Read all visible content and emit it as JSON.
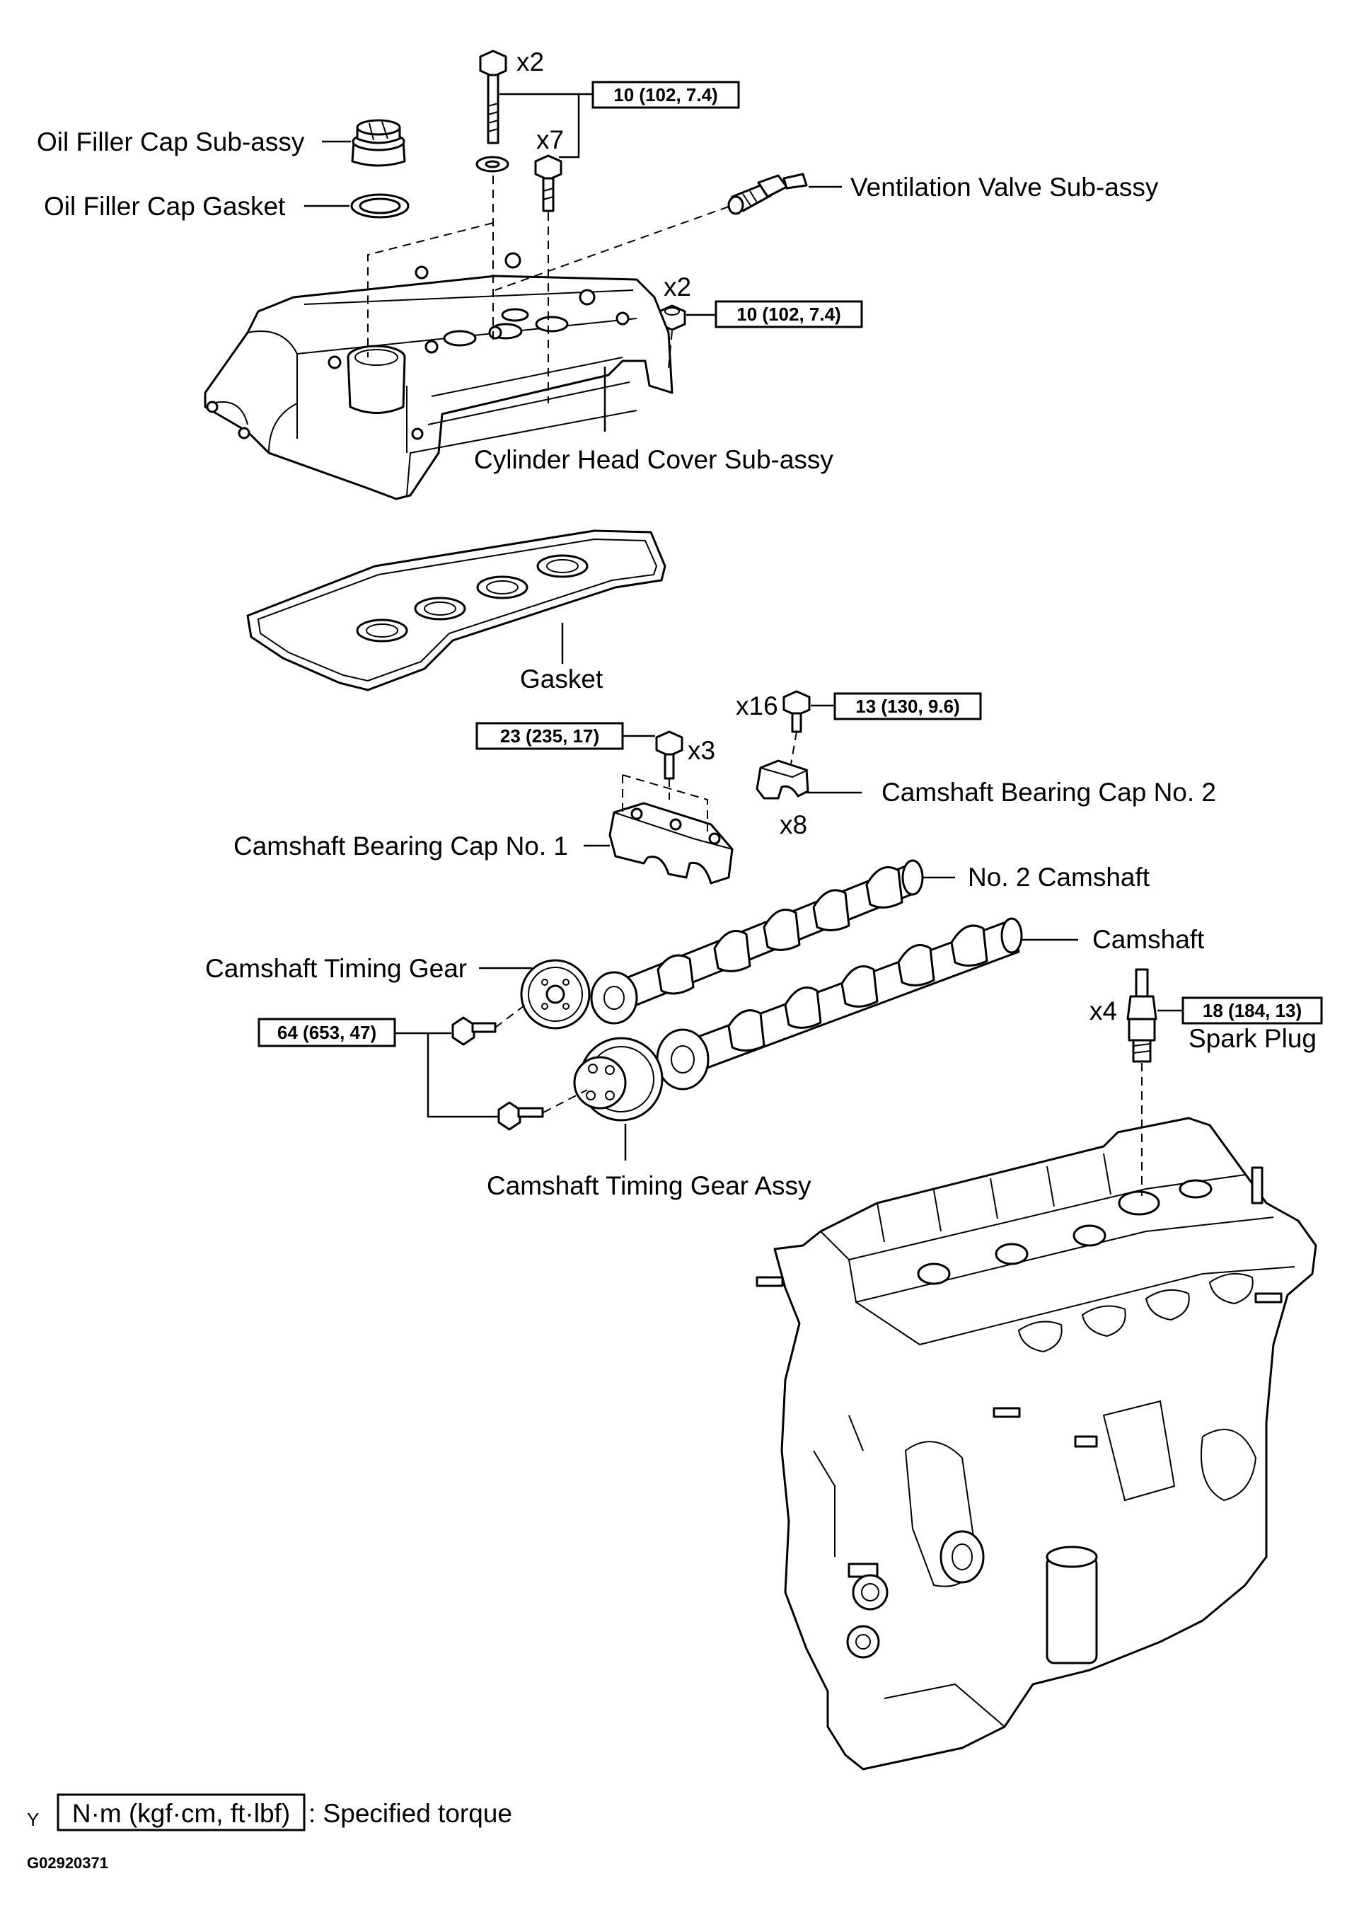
{
  "diagram": {
    "part_labels": {
      "oil_filler_cap_subassy": "Oil Filler Cap Sub-assy",
      "oil_filler_cap_gasket": "Oil Filler Cap Gasket",
      "ventilation_valve_subassy": "Ventilation Valve Sub-assy",
      "cylinder_head_cover_subassy": "Cylinder Head Cover Sub-assy",
      "gasket": "Gasket",
      "camshaft_bearing_cap_no2": "Camshaft Bearing Cap No. 2",
      "camshaft_bearing_cap_no1": "Camshaft Bearing Cap No. 1",
      "no2_camshaft": "No. 2 Camshaft",
      "camshaft": "Camshaft",
      "camshaft_timing_gear": "Camshaft Timing Gear",
      "spark_plug": "Spark Plug",
      "camshaft_timing_gear_assy": "Camshaft Timing Gear Assy"
    },
    "quantities": {
      "cover_long_bolt": "x2",
      "cover_bolt": "x7",
      "cover_stud_nut": "x2",
      "bearing_cap_bolt": "x16",
      "bearing_cap_no1_bolt": "x3",
      "bearing_cap_no2": "x8",
      "spark_plug": "x4"
    },
    "torques": {
      "cover_bolts": "10 (102, 7.4)",
      "cover_nut": "10 (102, 7.4)",
      "bearing_cap_bolts": "13 (130, 9.6)",
      "bearing_cap_no1_bolts": "23 (235, 17)",
      "timing_gear_bolts": "64 (653, 47)",
      "spark_plug": "18 (184, 13)"
    },
    "legend": {
      "marker": "Y",
      "unit_box": "N·m (kgf·cm, ft·lbf)",
      "description": ": Specified torque"
    },
    "figure_code": "G02920371"
  }
}
